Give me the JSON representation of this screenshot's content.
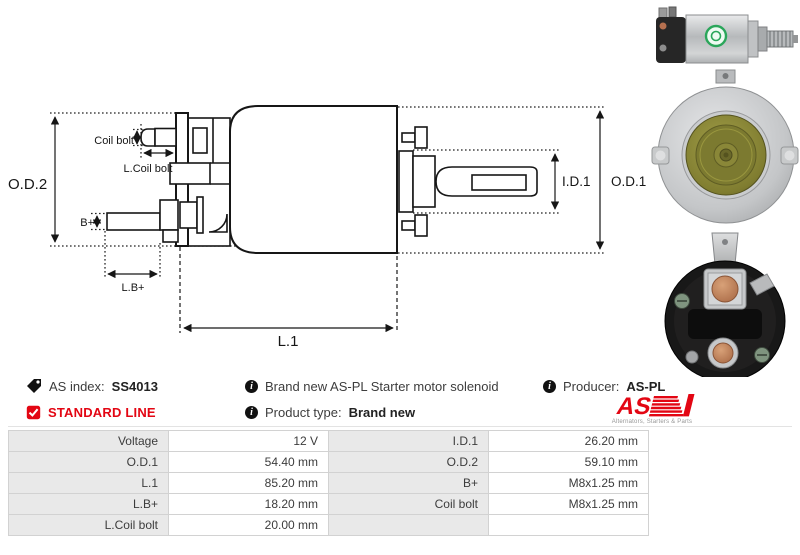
{
  "diagram": {
    "labels": {
      "od2": "O.D.2",
      "coil_bolt": "Coil bolt",
      "l_coil_bolt": "L.Coil bolt",
      "b_plus": "B+",
      "l_b_plus": "L.B+",
      "l1": "L.1",
      "id1": "I.D.1",
      "od1": "O.D.1"
    }
  },
  "info": {
    "as_index_label": "AS index:",
    "as_index_value": "SS4013",
    "standard_line": "STANDARD LINE",
    "description": "Brand new AS-PL Starter motor solenoid",
    "product_type_label": "Product type:",
    "product_type_value": "Brand new",
    "producer_label": "Producer:",
    "producer_value": "AS-PL",
    "info_icon_glyph": "i"
  },
  "logo": {
    "text": "AS",
    "caption": "Alternators, Starters & Parts"
  },
  "colors": {
    "accent_red": "#e30613",
    "drawing_line": "#161616",
    "table_label_bg": "#e9e9e9",
    "table_border": "#d2d2d2",
    "sticker_green": "#2aa65a",
    "front_olive": "#807d30",
    "terminal_copper": "#c08a62"
  },
  "table": {
    "rows": [
      {
        "l1": "Voltage",
        "v1": "12 V",
        "l2": "I.D.1",
        "v2": "26.20 mm"
      },
      {
        "l1": "O.D.1",
        "v1": "54.40 mm",
        "l2": "O.D.2",
        "v2": "59.10 mm"
      },
      {
        "l1": "L.1",
        "v1": "85.20 mm",
        "l2": "B+",
        "v2": "M8x1.25 mm"
      },
      {
        "l1": "L.B+",
        "v1": "18.20 mm",
        "l2": "Coil bolt",
        "v2": "M8x1.25 mm"
      },
      {
        "l1": "L.Coil bolt",
        "v1": "20.00 mm",
        "l2": "",
        "v2": ""
      }
    ]
  }
}
